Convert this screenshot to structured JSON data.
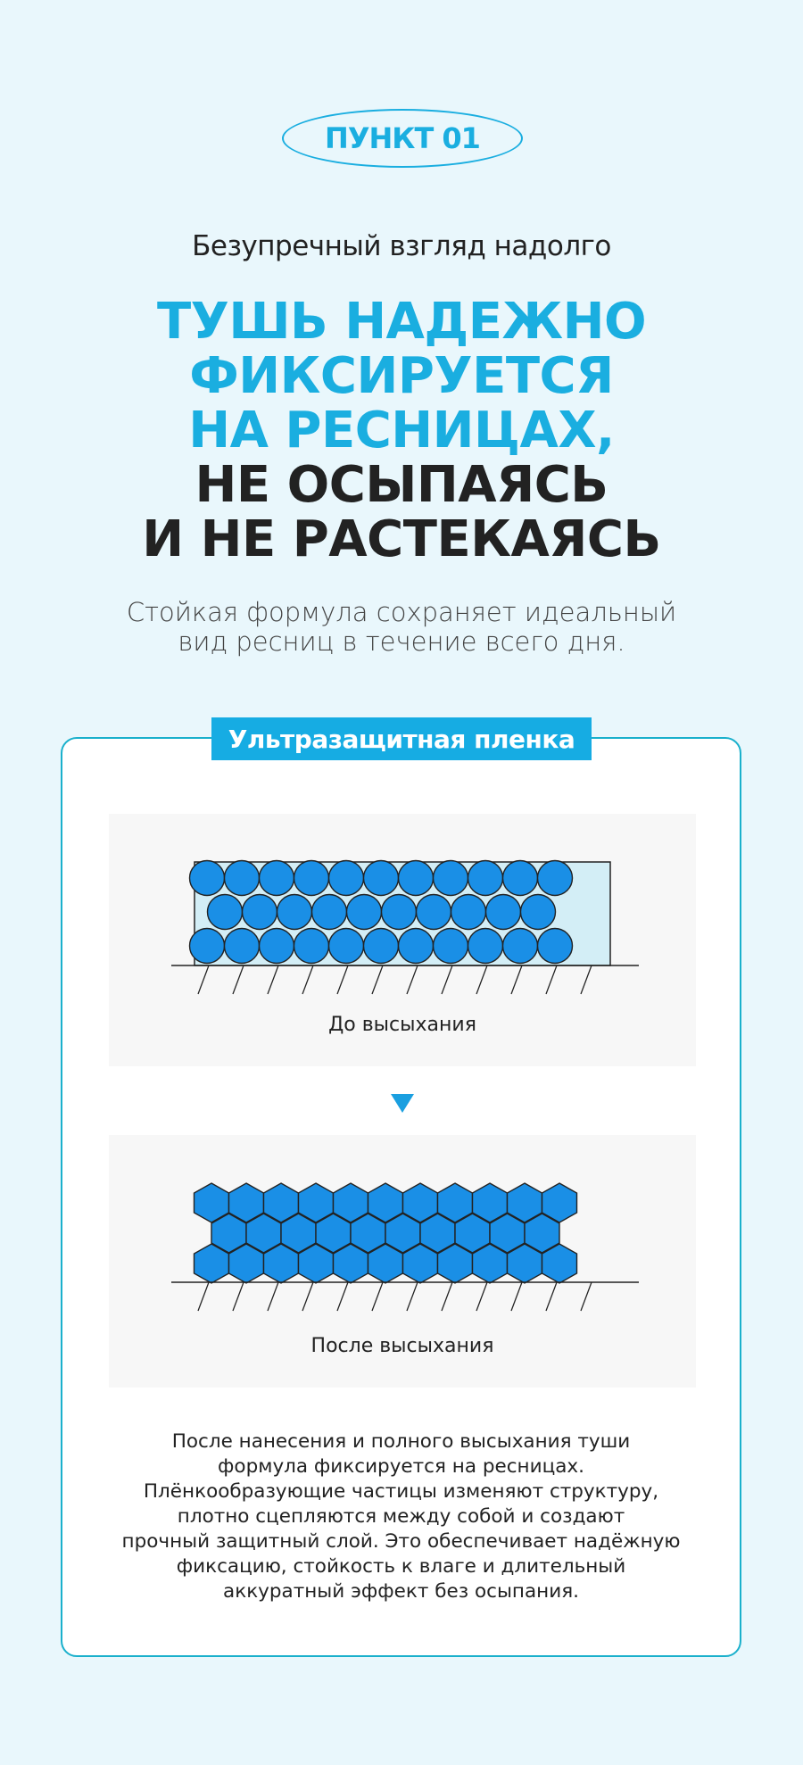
{
  "point_badge": "ПУНКТ 01",
  "subtitle": "Безупречный взгляд надолго",
  "headline": {
    "blue_lines": [
      "ТУШЬ НАДЕЖНО",
      "ФИКСИРУЕТСЯ",
      "НА РЕСНИЦАХ,"
    ],
    "dark_lines": [
      "НЕ ОСЫПАЯСЬ",
      "И НЕ РАСТЕКАЯСЬ"
    ]
  },
  "description_lines": [
    "Стойкая формула сохраняет идеальный",
    "вид ресниц в течение всего дня."
  ],
  "card": {
    "tag": "Ультразащитная пленка",
    "before_label": "До высыхания",
    "after_label": "После высыхания",
    "text_lines": [
      "После нанесения и полного высыхания туши",
      "формула фиксируется на ресницах.",
      "Плёнкообразующие частицы изменяют структуру,",
      "плотно сцепляются между собой и создают",
      "прочный защитный слой. Это обеспечивает надёжную",
      "фиксацию, стойкость к влаге и длительный",
      "аккуратный эффект без осыпания."
    ]
  },
  "colors": {
    "accent": "#1aaee0",
    "particle": "#1a8fe6",
    "film": "#d3eef6"
  }
}
